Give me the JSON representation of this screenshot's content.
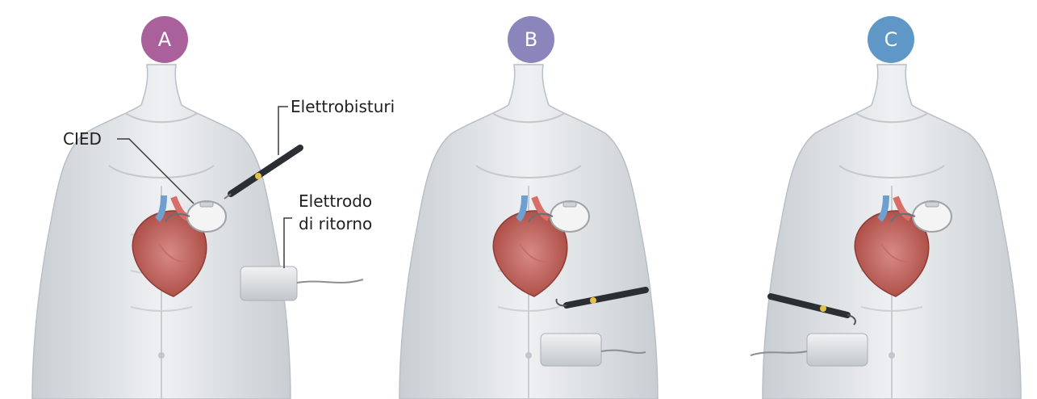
{
  "panels": [
    {
      "label": "A",
      "color": "#a9609b"
    },
    {
      "label": "B",
      "color": "#8a86bb"
    },
    {
      "label": "C",
      "color": "#5f97c6"
    }
  ],
  "callouts": {
    "cied": "CIED",
    "electroscalpel": "Elettrobisturi",
    "return_electrode_line1": "Elettrodo",
    "return_electrode_line2": "di ritorno"
  }
}
